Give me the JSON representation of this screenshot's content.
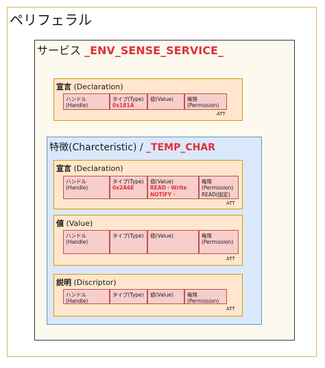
{
  "peripheral": {
    "title": "ペリフェラル"
  },
  "service": {
    "title_prefix": "サービス",
    "name": "_ENV_SENSE_SERVICE_",
    "declaration": {
      "title_bold": "宣言",
      "title_rest": " (Declaration)",
      "handle": "ハンドル(Handle)",
      "type_label": "タイプ(Type)",
      "type_value": "0x181A",
      "value_label": "値(Value)",
      "permission_label": "権限(Permission)",
      "att": "ATT"
    }
  },
  "characteristic": {
    "title_prefix": "特徴(Charcteristic) /",
    "name": "_TEMP_CHAR",
    "declaration": {
      "title_bold": "宣言",
      "title_rest": " (Declaration)",
      "handle": "ハンドル(Handle)",
      "type_label": "タイプ(Type)",
      "type_value": "0x2A6E",
      "value_label": "値(Value)",
      "value_line1": "READ・Write",
      "value_line2": "NOTIFY・INDICATE",
      "permission_label": "権限(Permission)",
      "permission_value": "READ(固定)",
      "att": "ATT"
    },
    "value": {
      "title_bold": "値",
      "title_rest": " (Value)",
      "handle": "ハンドル(Handle)",
      "type_label": "タイプ(Type)",
      "value_label": "値(Value)",
      "permission_label": "権限(Permission)",
      "att": "ATT"
    },
    "descriptor": {
      "title_bold": "説明",
      "title_rest": " (Discriptor)",
      "handle": "ハンドル(Handle)",
      "type_label": "タイプ(Type)",
      "value_label": "値(Value)",
      "permission_label": "権限(Permission)",
      "att": "ATT"
    }
  }
}
